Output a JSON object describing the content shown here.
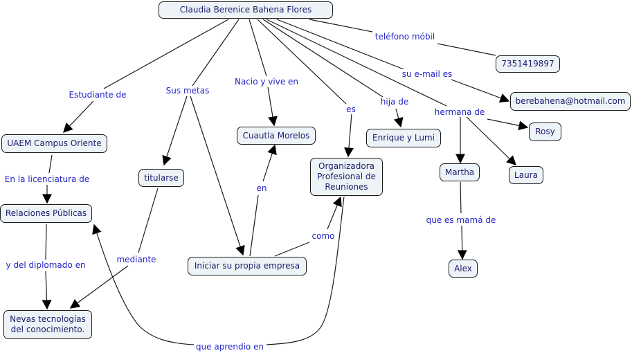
{
  "concept_map": {
    "nodes": {
      "root": "Claudia Berenice Bahena Flores",
      "phone": "7351419897",
      "email": "berebahena@hotmail.com",
      "uaem": "UAEM Campus Oriente",
      "cuautla": "Cuautla Morelos",
      "enrique": "Enrique y Lumi",
      "rosy": "Rosy",
      "titularse": "titularse",
      "organizadora": "Organizadora\nProfesional de\nReuniones",
      "martha": "Martha",
      "laura": "Laura",
      "relaciones": "Relaciones Públicas",
      "iniciar": "Iniciar su propia empresa",
      "alex": "Alex",
      "nevas": "Nevas tecnologías\ndel conocimiento."
    },
    "links": {
      "telefono": "teléfono móbil",
      "email": "su e-mail es",
      "estudiante": "Estudiante de",
      "metas": "Sus metas",
      "nacio": "Nacio y vive en",
      "es": "es",
      "hija": "hija de",
      "hermana": "hermana de",
      "licenciatura": "En la licenciatura de",
      "en": "en",
      "como": "como",
      "diplomado": "y del diplomado en",
      "mediante": "mediante",
      "mama": "que es mamá de",
      "aprendio": "que aprendio en"
    }
  },
  "colors": {
    "node_fill": "#eef3f7",
    "node_text": "#1c1c6b",
    "link_text": "#2424c8",
    "line": "#1a1a1a"
  }
}
